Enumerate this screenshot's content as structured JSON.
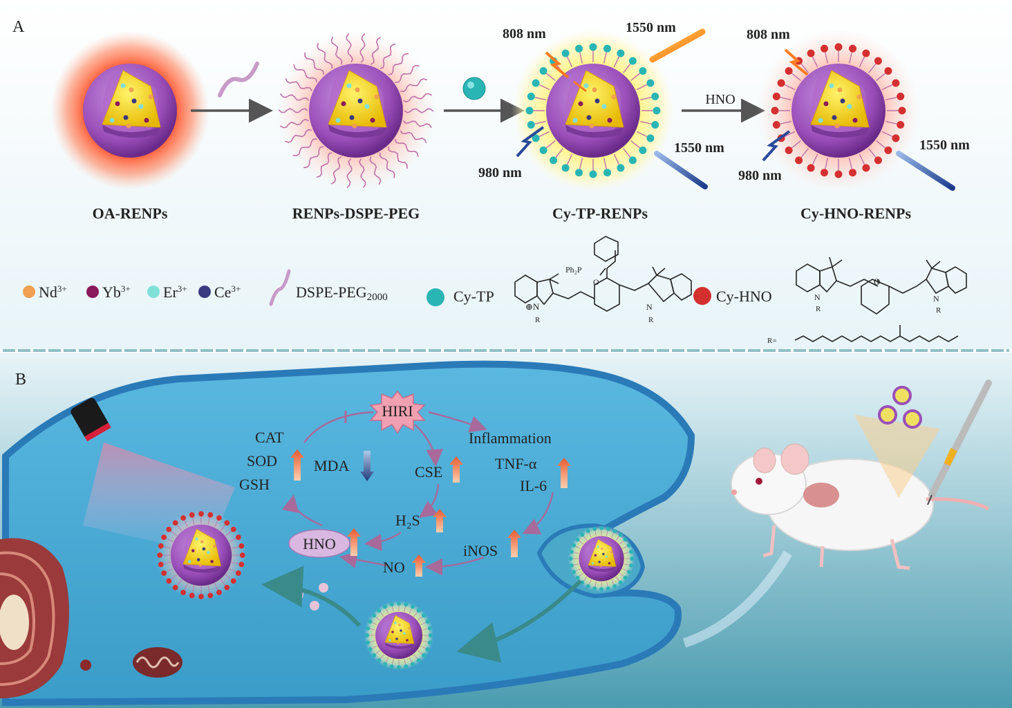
{
  "panelA": {
    "label": "A",
    "particles": [
      {
        "name": "OA-RENPs"
      },
      {
        "name": "RENPs-DSPE-PEG"
      },
      {
        "name": "Cy-TP-RENPs"
      },
      {
        "name": "Cy-HNO-RENPs"
      }
    ],
    "step3_arrow_label": "HNO",
    "wavelengths": {
      "cytp_808": "808 nm",
      "cytp_1550_top": "1550 nm",
      "cytp_980": "980 nm",
      "cytp_1550_bottom": "1550 nm",
      "cyhno_808": "808 nm",
      "cyhno_980": "980 nm",
      "cyhno_1550": "1550 nm"
    },
    "legend": {
      "nd": "Nd",
      "yb": "Yb",
      "er": "Er",
      "ce": "Ce",
      "ion_charge": "3+",
      "dspe_peg": "DSPE-PEG",
      "dspe_peg_sub": "2000",
      "cytp": "Cy-TP",
      "cyhno": "Cy-HNO"
    },
    "chem": {
      "ph2p": "Ph₂P",
      "o": "O",
      "n_plus": "⊕N",
      "n": "N",
      "r": "R",
      "r_eq": "R="
    },
    "colors": {
      "nd": "#f0a050",
      "yb": "#8a1a5a",
      "er": "#80e0d8",
      "ce": "#3a3a80",
      "cytp": "#2ab5b5",
      "cyhno": "#d43030",
      "shell": "#9a4fb8",
      "core": "#f5d020"
    }
  },
  "panelB": {
    "label": "B",
    "hiri": "HIRI",
    "cat": "CAT",
    "sod": "SOD",
    "gsh": "GSH",
    "mda": "MDA",
    "cse": "CSE",
    "inflammation": "Inflammation",
    "tnf": "TNF-α",
    "il6": "IL-6",
    "h2s": "H₂S",
    "hno": "HNO",
    "no": "NO",
    "inos": "iNOS"
  }
}
